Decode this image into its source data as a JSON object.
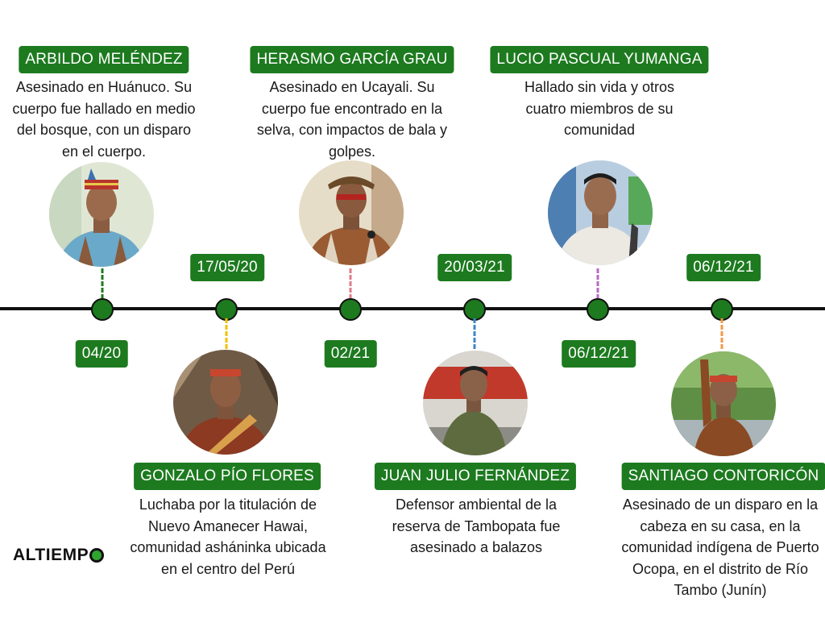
{
  "logo": {
    "text": "ALTIEMP",
    "icon": "clock-icon"
  },
  "colors": {
    "accent": "#1d7a1f",
    "line": "#111111",
    "connector_green": "#1d7a1f",
    "connector_yellow": "#f2c200",
    "connector_pink": "#e07b8a",
    "connector_blue": "#3f86c8",
    "connector_purple": "#b56ac4",
    "connector_orange": "#f2994a"
  },
  "events": [
    {
      "date": "04/20",
      "name": "ARBILDO MELÉNDEZ",
      "description": "Asesinado en Huánuco. Su cuerpo fue hallado en medio del bosque, con un disparo en el cuerpo."
    },
    {
      "date": "17/05/20",
      "name": "GONZALO PÍO FLORES",
      "description": "Luchaba por la titulación de Nuevo Amanecer Hawai, comunidad asháninka ubicada en el centro del Perú"
    },
    {
      "date": "02/21",
      "name": "HERASMO GARCÍA GRAU",
      "description": "Asesinado en Ucayali. Su cuerpo fue encontrado en la selva, con impactos de bala y golpes."
    },
    {
      "date": "20/03/21",
      "name": "JUAN JULIO FERNÁNDEZ",
      "description": "Defensor ambiental de la reserva de Tambopata fue asesinado a balazos"
    },
    {
      "date": "06/12/21",
      "name": "LUCIO PASCUAL YUMANGA",
      "description": "Hallado sin vida y otros cuatro miembros de su comunidad"
    },
    {
      "date": "06/12/21",
      "name": "SANTIAGO CONTORICÓN",
      "description": "Asesinado de un disparo en la cabeza en su casa, en la comunidad indígena de Puerto Ocopa, en el distrito de Río Tambo (Junín)"
    }
  ]
}
